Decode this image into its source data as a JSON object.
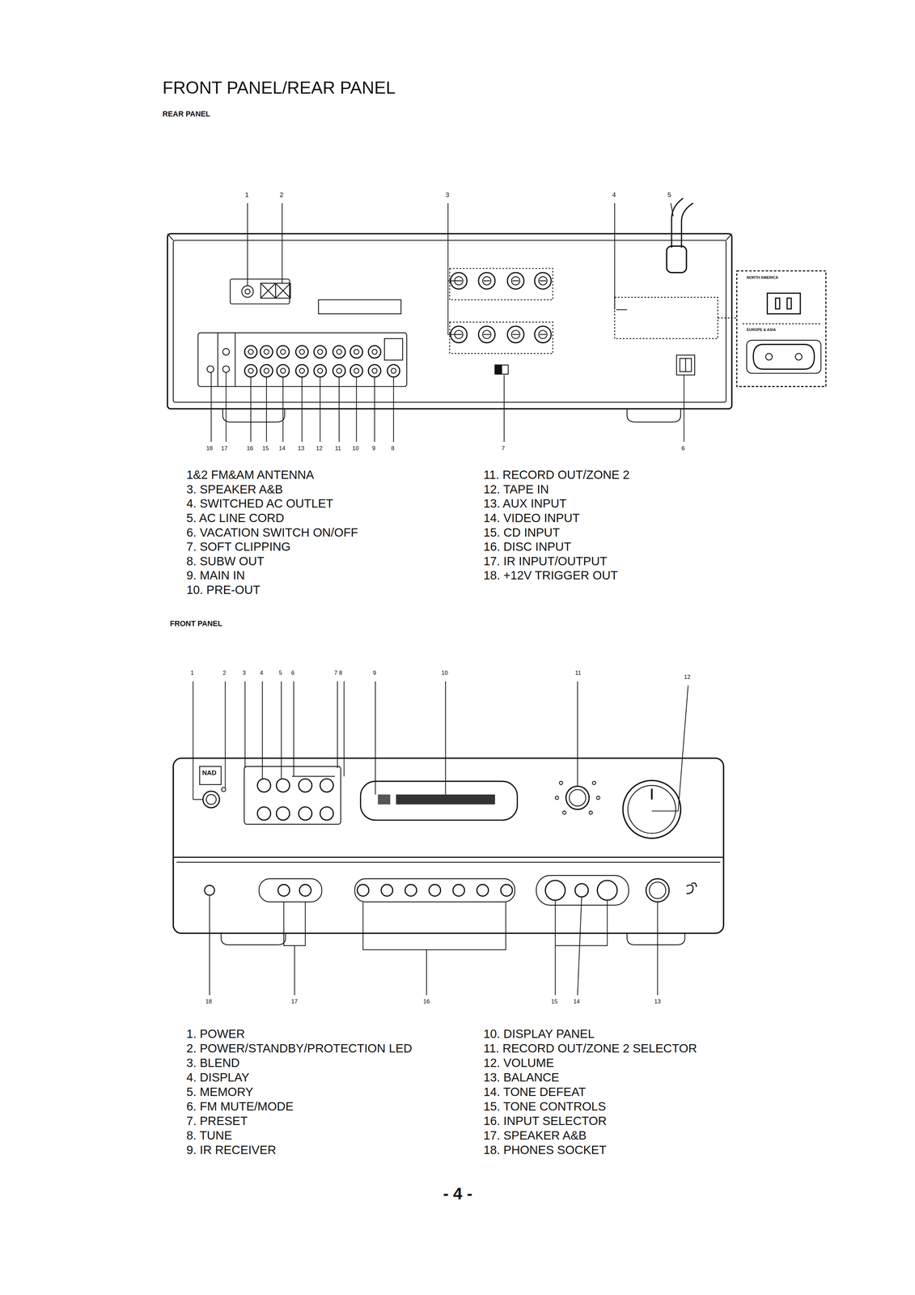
{
  "diagram": {
    "title": "FRONT PANEL/REAR PANEL",
    "labels": [
      "REAR PANEL",
      "1",
      "2",
      "3",
      "4",
      "5",
      "18",
      "17",
      "16",
      "15",
      "14",
      "13",
      "12",
      "11",
      "10",
      "9",
      "8",
      "7",
      "6",
      "1&2 FM&AM ANTENNA",
      "3. SPEAKER A&B",
      "4. SWITCHED AC OUTLET",
      "5. AC LINE CORD",
      "6. VACATION SWITCH ON/OFF",
      "7. SOFT CLIPPING",
      "8. SUBW OUT",
      "9. MAIN IN",
      "10. PRE-OUT",
      "11. RECORD OUT/ZONE 2",
      "12. TAPE IN",
      "13. AUX INPUT",
      "14. VIDEO INPUT",
      "15. CD INPUT",
      "16. DISC INPUT",
      "17. IR INPUT/OUTPUT",
      "18. +12V TRIGGER OUT",
      "FRONT PANEL",
      "1",
      "2",
      "3",
      "4",
      "5",
      "6",
      "7 8",
      "9",
      "10",
      "11",
      "12",
      "18",
      "17",
      "16",
      "15",
      "14",
      "13",
      "1. POWER",
      "2. POWER/STANDBY/PROTECTION LED",
      "3. BLEND",
      "4. DISPLAY",
      "5. MEMORY",
      "6. FM MUTE/MODE",
      "7. PRESET",
      "8. TUNE",
      "9. IR RECEIVER",
      "10. DISPLAY PANEL",
      "11. RECORD OUT/ZONE 2 SELECTOR",
      "12. VOLUME",
      "13. BALANCE",
      "14. TONE DEFEAT",
      "15. TONE CONTROLS",
      "16. INPUT SELECTOR",
      "17. SPEAKER A&B",
      "18. PHONES SOCKET",
      "- 4 -",
      "NAD",
      "NORTH AMERICA",
      "EUROPE & ASIA"
    ]
  }
}
